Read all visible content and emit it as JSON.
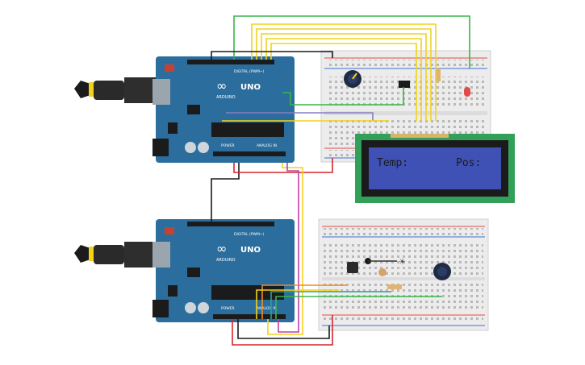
{
  "boards": [
    {
      "id": "arduino-top",
      "brand": "ARDUINO",
      "model": "UNO",
      "digital_label": "DIGITAL (PWM~)",
      "analog_label": "ANALOG IN",
      "power_label": "POWER",
      "logo": "∞"
    },
    {
      "id": "arduino-bottom",
      "brand": "ARDUINO",
      "model": "UNO",
      "digital_label": "DIGITAL (PWM~)",
      "analog_label": "ANALOG IN",
      "power_label": "POWER",
      "logo": "∞"
    }
  ],
  "lcd": {
    "line1_left": "Temp:",
    "line1_right": "Pos:"
  },
  "colors": {
    "board": "#2b6e9e",
    "board_dark": "#1d5783",
    "lcd_screen": "#3f51b5",
    "lcd_pcb": "#33a05a",
    "wire_green": "#39b54a",
    "wire_yellow": "#f2d21b",
    "wire_black": "#1b1b1b",
    "wire_red": "#d6262d",
    "wire_magenta": "#c13fa8",
    "wire_orange": "#f08a21",
    "wire_teal": "#2aa198",
    "wire_purple": "#8a7cc4"
  }
}
